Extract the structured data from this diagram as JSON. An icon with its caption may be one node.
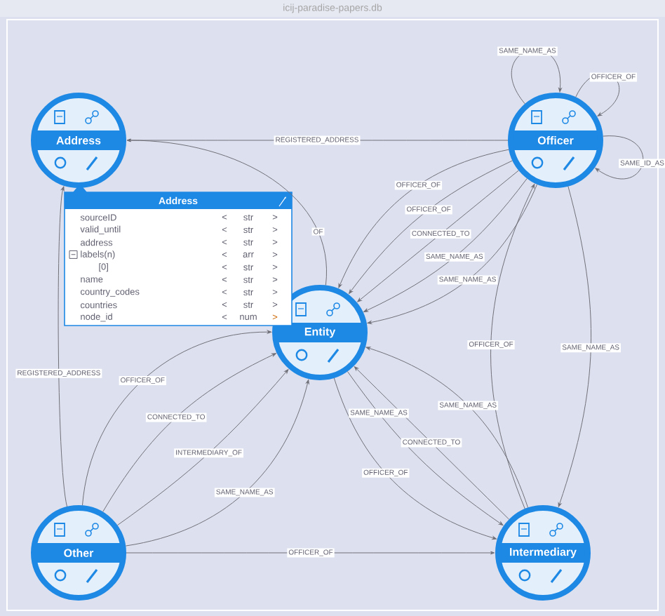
{
  "diagram": {
    "title": "icij-paradise-papers.db",
    "nodes": [
      {
        "text": [
          "Address"
        ]
      },
      {
        "text": [
          "Officer"
        ]
      },
      {
        "text": [
          "Entity"
        ]
      },
      {
        "text": [
          "Other"
        ]
      },
      {
        "text": [
          "Intermediary"
        ]
      },
      {
        "text": [
          "Address"
        ]
      }
    ],
    "edges": [
      {
        "from": 1,
        "to": 0,
        "arrow": "to",
        "label": "REGISTERED_ADDRESS"
      },
      {
        "from": 1,
        "to": 1,
        "arrow": "to",
        "label": "SAME_NAME_AS"
      },
      {
        "from": 1,
        "to": 1,
        "arrow": "to",
        "label": "OFFICER_OF"
      },
      {
        "from": 1,
        "to": 1,
        "arrow": "to",
        "label": "SAME_ID_AS"
      },
      {
        "from": 2,
        "to": 0,
        "arrow": "to",
        "label": "OF"
      },
      {
        "from": 3,
        "to": 0,
        "arrow": "to",
        "label": "REGISTERED_ADDRESS"
      },
      {
        "from": 1,
        "to": 2,
        "arrow": "to",
        "label": "OFFICER_OF"
      },
      {
        "from": 1,
        "to": 2,
        "arrow": "to",
        "label": "OFFICER_OF"
      },
      {
        "from": 1,
        "to": 2,
        "arrow": "to",
        "label": "CONNECTED_TO"
      },
      {
        "from": 1,
        "to": 2,
        "arrow": "to",
        "label": "SAME_NAME_AS"
      },
      {
        "from": 1,
        "to": 2,
        "arrow": "to",
        "label": "SAME_NAME_AS"
      },
      {
        "from": 4,
        "to": 1,
        "arrow": "to",
        "label": "OFFICER_OF"
      },
      {
        "from": 1,
        "to": 4,
        "arrow": "to",
        "label": "SAME_NAME_AS"
      },
      {
        "from": 2,
        "to": 4,
        "arrow": "to",
        "label": "SAME_NAME_AS"
      },
      {
        "from": 4,
        "to": 2,
        "arrow": "to",
        "label": "SAME_NAME_AS"
      },
      {
        "from": 4,
        "to": 2,
        "arrow": "to",
        "label": "CONNECTED_TO"
      },
      {
        "from": 2,
        "to": 4,
        "arrow": "to",
        "label": "OFFICER_OF"
      },
      {
        "from": 3,
        "to": 2,
        "arrow": "to",
        "label": "OFFICER_OF"
      },
      {
        "from": 3,
        "to": 2,
        "arrow": "to",
        "label": "CONNECTED_TO"
      },
      {
        "from": 3,
        "to": 2,
        "arrow": "to",
        "label": "INTERMEDIARY_OF"
      },
      {
        "from": 3,
        "to": 2,
        "arrow": "to",
        "label": "SAME_NAME_AS"
      },
      {
        "from": 3,
        "to": 4,
        "arrow": "to",
        "label": "OFFICER_OF"
      }
    ],
    "labels": [
      "sourceID",
      "<",
      "str",
      ">",
      "valid_until",
      "<",
      "str",
      ">",
      "address",
      "<",
      "str",
      ">",
      "labels(n)",
      "<",
      "arr",
      ">",
      "[0]",
      "<",
      "str",
      ">",
      "name",
      "<",
      "str",
      ">",
      "country_codes",
      "<",
      "str",
      ">",
      "countries",
      "<",
      "str",
      ">",
      "node_id",
      "<",
      "num",
      ">"
    ]
  }
}
